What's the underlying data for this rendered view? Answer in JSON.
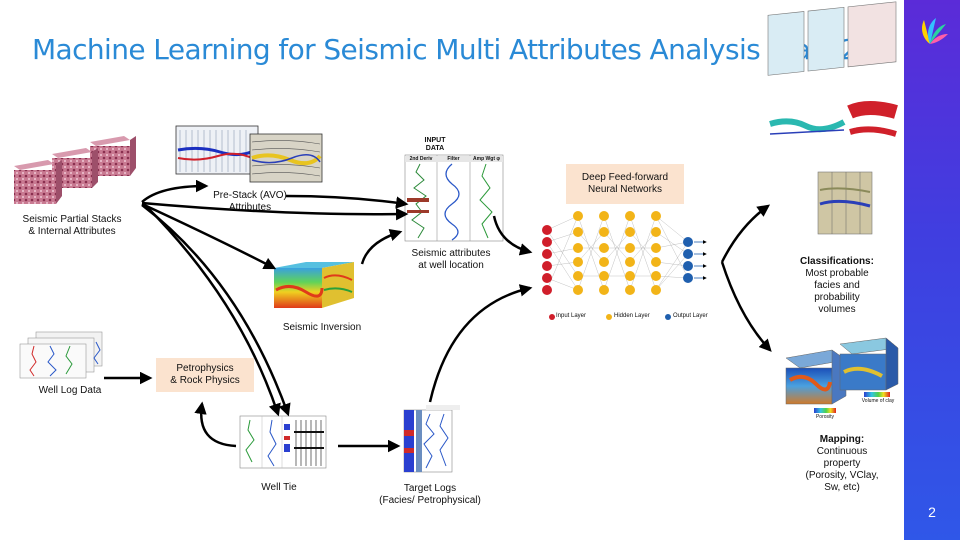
{
  "slide": {
    "title": "Machine Learning for Seismic Multi Attributes Analysis (Part 2)",
    "slide_number": "2",
    "accent_color": "#2a8ad6",
    "sidebar_color": "#3f3fe0"
  },
  "nodes": {
    "seismic_stacks": {
      "line1": "Seismic Partial Stacks",
      "line2": "& Internal Attributes"
    },
    "prestack": {
      "line1": "Pre-Stack (AVO)",
      "line2": "Attributes"
    },
    "input_data": {
      "line1": "INPUT",
      "line2": "DATA",
      "col1": "2nd Deriv",
      "col2": "Filter",
      "col3": "Amp Wgt φ"
    },
    "seismic_attr_well": {
      "line1": "Seismic  attributes",
      "line2": "at well location"
    },
    "seismic_inversion": {
      "line1": "Seismic  Inversion"
    },
    "well_log": {
      "line1": "Well Log Data"
    },
    "petrophysics": {
      "line1": "Petrophysics",
      "line2": "& Rock Physics"
    },
    "well_tie": {
      "line1": "Well Tie"
    },
    "target_logs": {
      "line1": "Target Logs",
      "line2": "(Facies/ Petrophysical)"
    },
    "dnn": {
      "line1": "Deep Feed-forward",
      "line2": "Neural Networks",
      "legend_input": "Input Layer",
      "legend_hidden": "Hidden Layer",
      "legend_output": "Output Layer"
    },
    "classifications": {
      "heading": "Classifications:",
      "line1": "Most probable",
      "line2": "facies and",
      "line3": "probability",
      "line4": "volumes"
    },
    "mapping": {
      "heading": "Mapping:",
      "line1": "Continuous",
      "line2": "property",
      "line3": "(Porosity, VClay,",
      "line4": "Sw, etc)",
      "legend_porosity": "Porosity",
      "legend_vclay": "Volume of clay"
    }
  }
}
